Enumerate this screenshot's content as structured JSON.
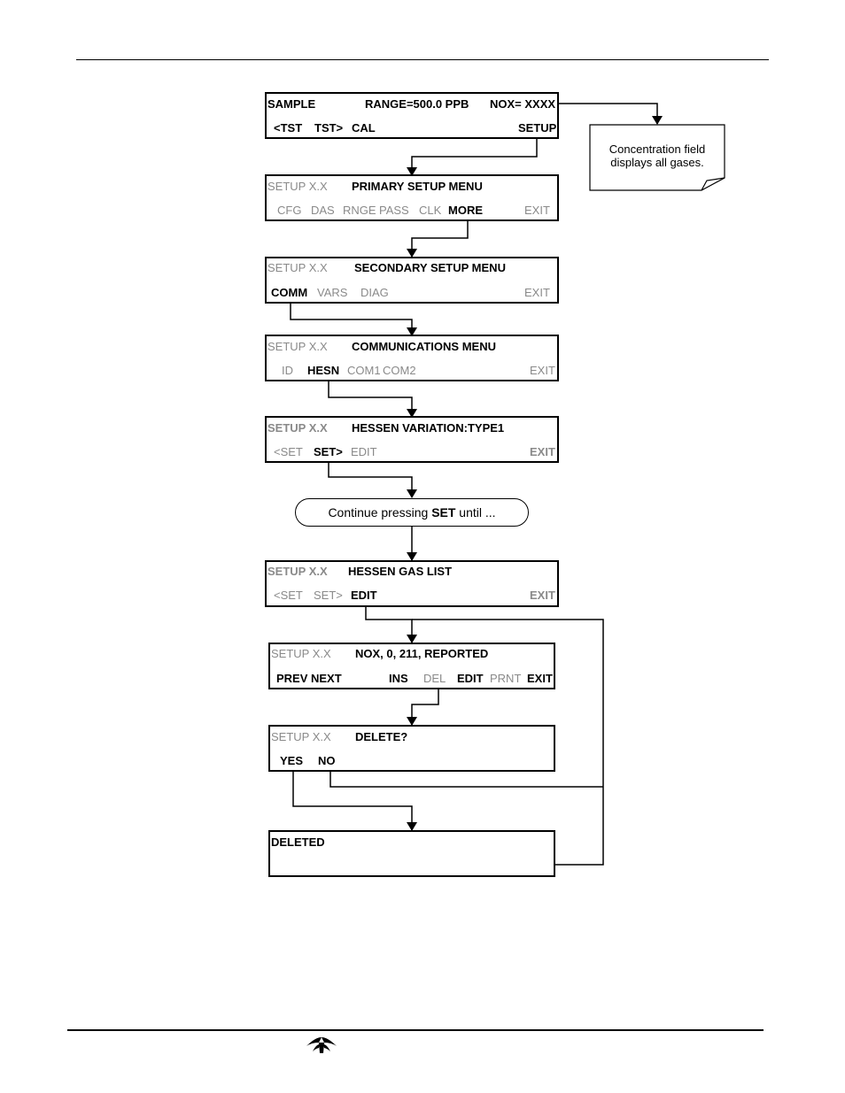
{
  "screens": {
    "sample": {
      "mode": "SAMPLE",
      "range": "RANGE=500.0 PPB",
      "conc": "NOX= XXXX",
      "keys": [
        "<TST",
        "TST>",
        "CAL",
        "SETUP"
      ]
    },
    "primary": {
      "setup": "SETUP X.X",
      "title": "PRIMARY SETUP MENU",
      "keys": [
        "CFG",
        "DAS",
        "RNGE",
        "PASS",
        "CLK",
        "MORE",
        "EXIT"
      ]
    },
    "secondary": {
      "setup": "SETUP X.X",
      "title": "SECONDARY SETUP MENU",
      "keys": [
        "COMM",
        "VARS",
        "DIAG",
        "EXIT"
      ]
    },
    "comm": {
      "setup": "SETUP X.X",
      "title": "COMMUNICATIONS MENU",
      "keys": [
        "ID",
        "HESN",
        "COM1",
        "COM2",
        "EXIT"
      ]
    },
    "hessen_var": {
      "setup": "SETUP X.X",
      "title": "HESSEN VARIATION:TYPE1",
      "keys": [
        "<SET",
        "SET>",
        "EDIT",
        "EXIT"
      ]
    },
    "gas_list": {
      "setup": "SETUP X.X",
      "title": "HESSEN GAS LIST",
      "keys": [
        "<SET",
        "SET>",
        "EDIT",
        "EXIT"
      ]
    },
    "gas_entry": {
      "setup": "SETUP X.X",
      "title": "NOX, 0, 211, REPORTED",
      "keys": [
        "PREV",
        "NEXT",
        "INS",
        "DEL",
        "EDIT",
        "PRNT",
        "EXIT"
      ]
    },
    "delete": {
      "setup": "SETUP X.X",
      "title": "DELETE?",
      "keys": [
        "YES",
        "NO"
      ]
    },
    "deleted": {
      "title": "DELETED"
    }
  },
  "note": {
    "line1": "Concentration field",
    "line2": "displays all gases."
  },
  "continue_pill": {
    "before": "Continue pressing ",
    "key": "SET",
    "after": " until ..."
  }
}
